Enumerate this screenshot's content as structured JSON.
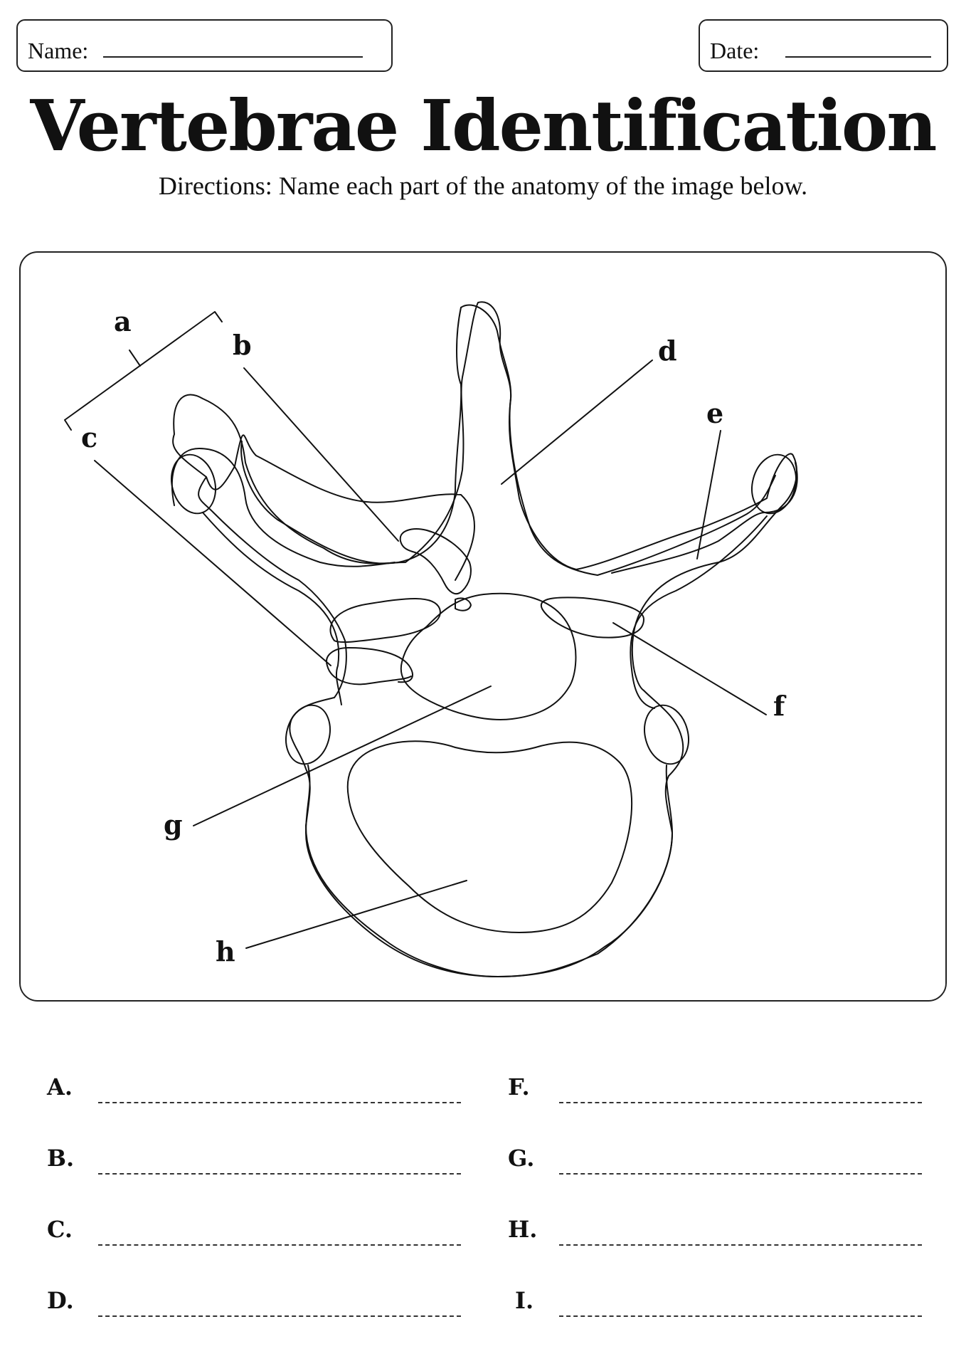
{
  "header": {
    "name_label": "Name:",
    "date_label": "Date:"
  },
  "title": "Vertebrae Identification",
  "directions": "Directions: Name each part of the anatomy of the image below.",
  "diagram": {
    "labels": {
      "a": "a",
      "b": "b",
      "c": "c",
      "d": "d",
      "e": "e",
      "f": "f",
      "g": "g",
      "h": "h"
    }
  },
  "answers": {
    "left": [
      "A.",
      "B.",
      "C.",
      "D."
    ],
    "right": [
      "F.",
      "G.",
      "H.",
      "I."
    ]
  }
}
